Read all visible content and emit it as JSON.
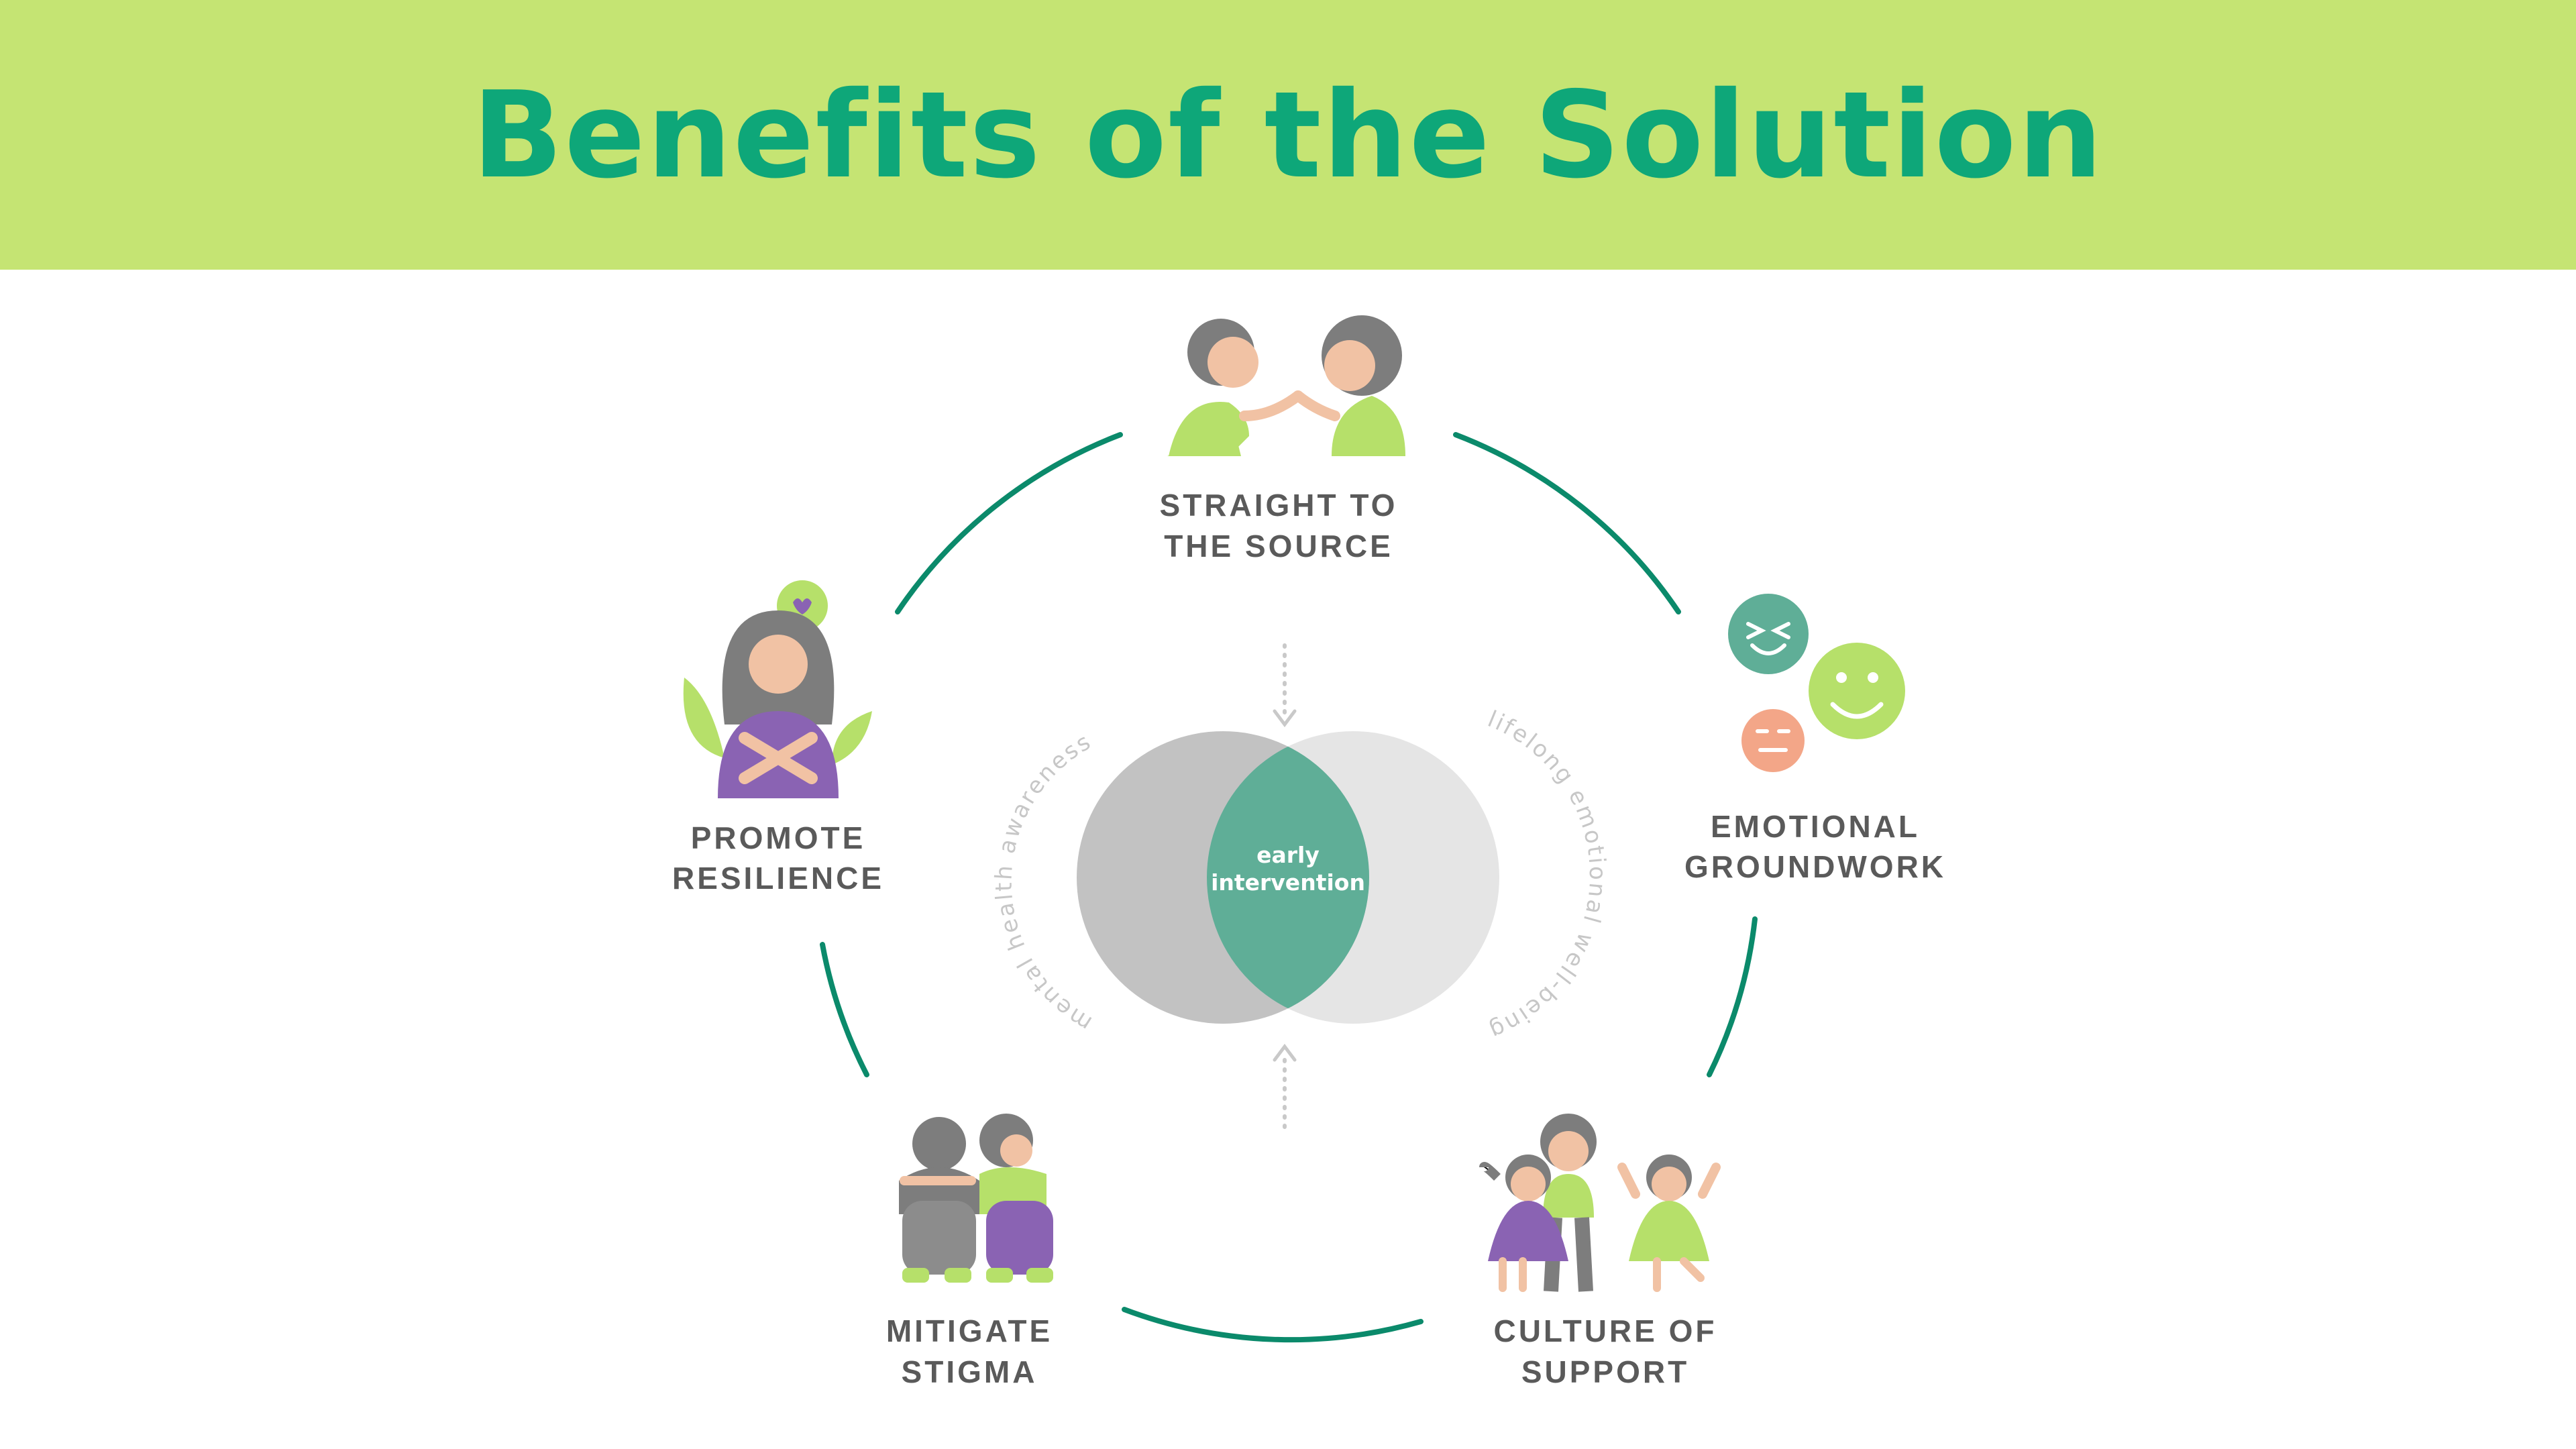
{
  "header": {
    "title": "Benefits of the Solution"
  },
  "venn": {
    "left_label": "mental health awareness",
    "right_label": "lifelong emotional well-being",
    "center_line1": "early",
    "center_line2": "intervention"
  },
  "benefits": {
    "straight": {
      "line1": "STRAIGHT TO",
      "line2": "THE SOURCE"
    },
    "emotional": {
      "line1": "EMOTIONAL",
      "line2": "GROUNDWORK"
    },
    "culture": {
      "line1": "CULTURE OF",
      "line2": "SUPPORT"
    },
    "mitigate": {
      "line1": "MITIGATE",
      "line2": "STIGMA"
    },
    "promote": {
      "line1": "PROMOTE",
      "line2": "RESILIENCE"
    }
  },
  "colors": {
    "banner": "#c5e473",
    "title": "#0ea779",
    "ring": "#0b8a6b",
    "venn_left": "#c2c2c2",
    "venn_right": "#e5e5e5",
    "venn_center": "#5fae97",
    "accent_green": "#b6e06a",
    "accent_purple": "#8a63b3",
    "hair_gray": "#7d7d7d"
  },
  "icons": {
    "straight": "pinky-promise-icon",
    "emotional": "emoji-faces-icon",
    "culture": "family-icon",
    "mitigate": "sad-people-icon",
    "promote": "self-hug-icon"
  }
}
